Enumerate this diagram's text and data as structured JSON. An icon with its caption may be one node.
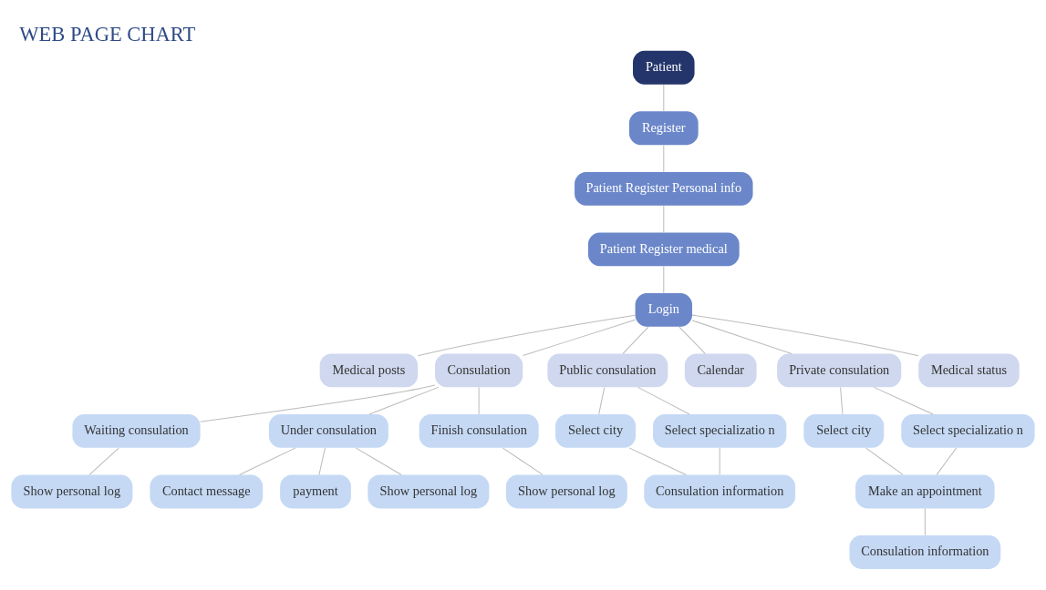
{
  "diagram": {
    "title": "WEB PAGE CHART",
    "nodes": [
      {
        "text": [
          "Patient"
        ]
      },
      {
        "text": [
          "Register"
        ]
      },
      {
        "text": [
          "Patient Register Personal info"
        ]
      },
      {
        "text": [
          "Patient Register medical"
        ]
      },
      {
        "text": [
          "Login"
        ]
      },
      {
        "text": [
          "Medical posts"
        ]
      },
      {
        "text": [
          "Show personal log"
        ]
      },
      {
        "text": [
          "Waiting consulation"
        ]
      },
      {
        "text": [
          "Contact message"
        ]
      },
      {
        "text": [
          "Under consulation"
        ]
      },
      {
        "text": [
          "payment"
        ]
      },
      {
        "text": [
          "Show personal log"
        ]
      },
      {
        "text": [
          "Consulation"
        ]
      },
      {
        "text": [
          "Public consulation"
        ]
      },
      {
        "text": [
          "Calendar"
        ]
      },
      {
        "text": [
          "Private consulation"
        ]
      },
      {
        "text": [
          "Medical status"
        ]
      },
      {
        "text": [
          "Select city"
        ]
      },
      {
        "text": [
          "Select specializatio n"
        ]
      },
      {
        "text": [
          "Select city"
        ]
      },
      {
        "text": [
          "Select specializatio n"
        ]
      },
      {
        "text": [
          "Finish consulation"
        ]
      },
      {
        "text": [
          "Show personal log"
        ]
      },
      {
        "text": [
          "Consulation information"
        ]
      },
      {
        "text": [
          "Make an appointment"
        ]
      },
      {
        "text": [
          "Consulation information"
        ]
      }
    ],
    "edges": [
      {
        "from": 0,
        "to": 1,
        "arrow": "none"
      },
      {
        "from": 1,
        "to": 2,
        "arrow": "none"
      },
      {
        "from": 2,
        "to": 3,
        "arrow": "none"
      },
      {
        "from": 3,
        "to": 4,
        "arrow": "none"
      },
      {
        "from": 4,
        "to": 5,
        "arrow": "none"
      },
      {
        "from": 4,
        "to": 12,
        "arrow": "none"
      },
      {
        "from": 4,
        "to": 13,
        "arrow": "none"
      },
      {
        "from": 4,
        "to": 14,
        "arrow": "none"
      },
      {
        "from": 4,
        "to": 15,
        "arrow": "none"
      },
      {
        "from": 4,
        "to": 16,
        "arrow": "none"
      },
      {
        "from": 12,
        "to": 7,
        "arrow": "none"
      },
      {
        "from": 12,
        "to": 9,
        "arrow": "none"
      },
      {
        "from": 12,
        "to": 21,
        "arrow": "none"
      },
      {
        "from": 7,
        "to": 6,
        "arrow": "none"
      },
      {
        "from": 9,
        "to": 8,
        "arrow": "none"
      },
      {
        "from": 9,
        "to": 10,
        "arrow": "none"
      },
      {
        "from": 9,
        "to": 11,
        "arrow": "none"
      },
      {
        "from": 21,
        "to": 22,
        "arrow": "none"
      },
      {
        "from": 13,
        "to": 17,
        "arrow": "none"
      },
      {
        "from": 13,
        "to": 18,
        "arrow": "none"
      },
      {
        "from": 17,
        "to": 23,
        "arrow": "none"
      },
      {
        "from": 18,
        "to": 23,
        "arrow": "none"
      },
      {
        "from": 15,
        "to": 19,
        "arrow": "none"
      },
      {
        "from": 15,
        "to": 20,
        "arrow": "none"
      },
      {
        "from": 19,
        "to": 24,
        "arrow": "none"
      },
      {
        "from": 20,
        "to": 24,
        "arrow": "none"
      },
      {
        "from": 24,
        "to": 25,
        "arrow": "none"
      }
    ]
  }
}
